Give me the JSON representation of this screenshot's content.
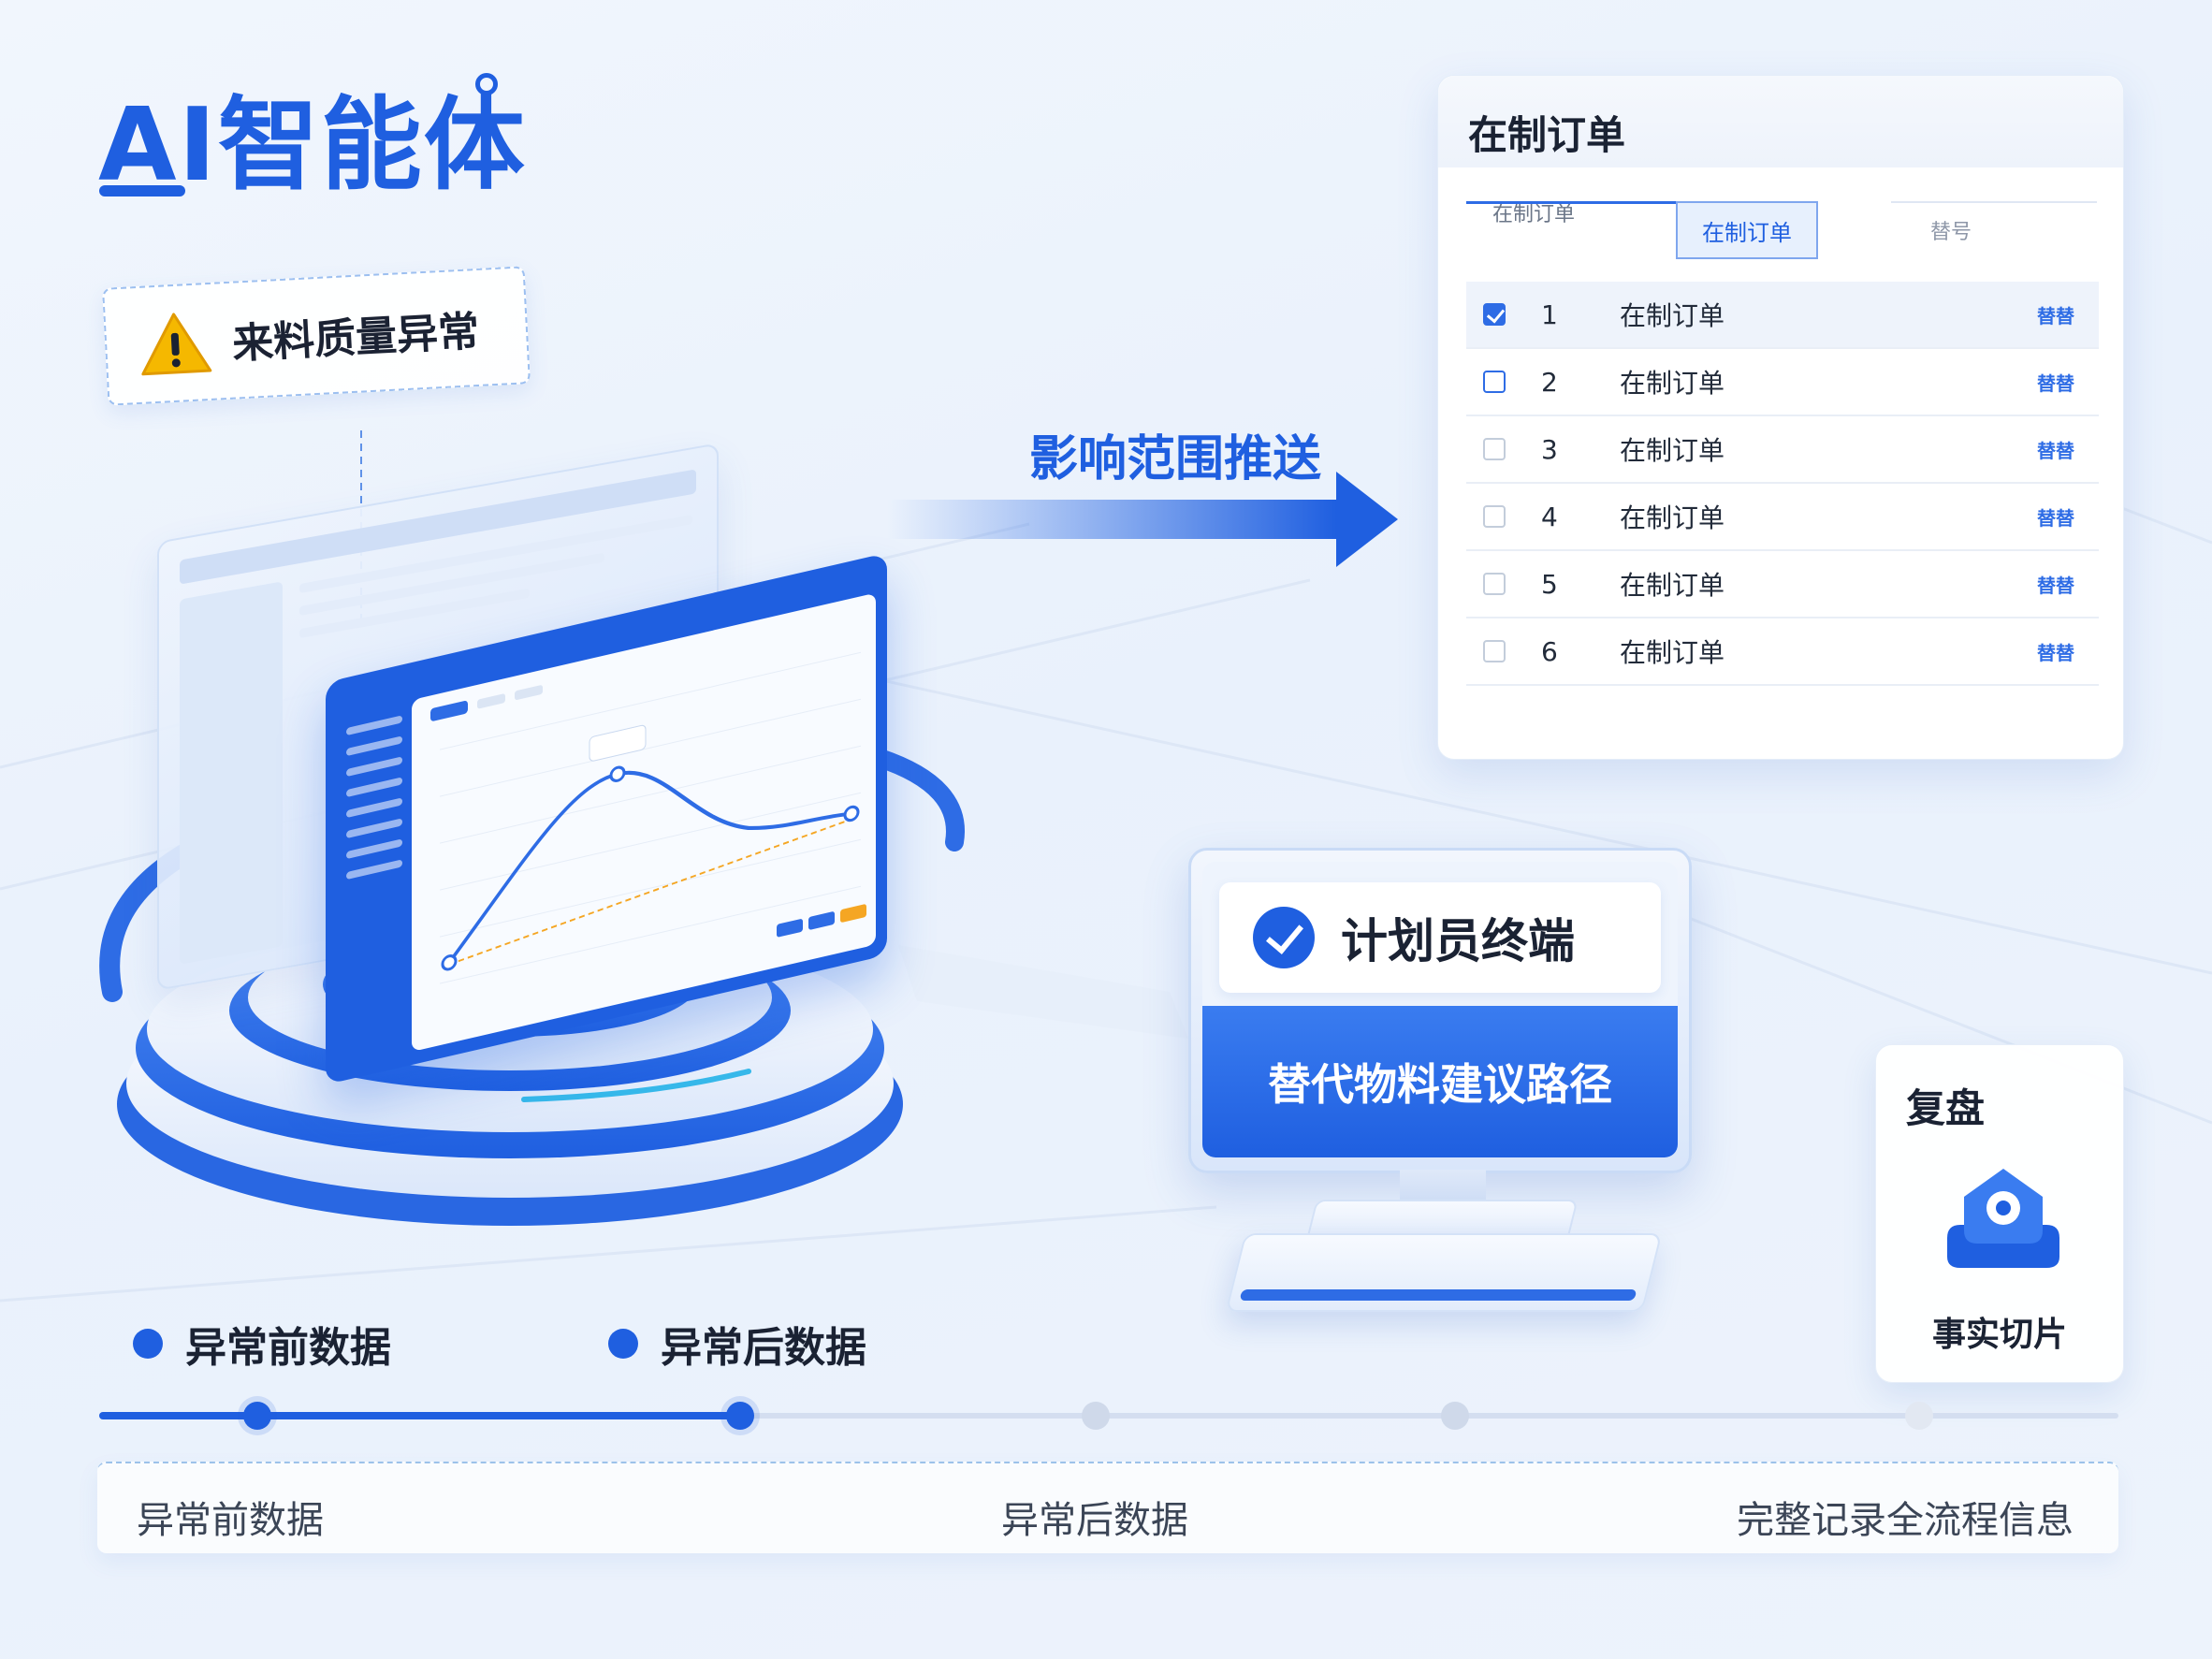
{
  "brand": {
    "title": "AI智能体"
  },
  "alert": {
    "text": "来料质量异常",
    "icon": "warning-triangle-icon"
  },
  "push": {
    "label": "影响范围推送"
  },
  "orders": {
    "title": "在制订单",
    "tab_left_label": "在制订单",
    "tab_active": "在制订单",
    "tab_no": "替号",
    "rows": [
      {
        "num": "1",
        "name": "在制订单",
        "action": "替替",
        "checked": true
      },
      {
        "num": "2",
        "name": "在制订单",
        "action": "替替",
        "checked": false
      },
      {
        "num": "3",
        "name": "在制订单",
        "action": "替替",
        "checked": false
      },
      {
        "num": "4",
        "name": "在制订单",
        "action": "替替",
        "checked": false
      },
      {
        "num": "5",
        "name": "在制订单",
        "action": "替替",
        "checked": false
      },
      {
        "num": "6",
        "name": "在制订单",
        "action": "替替",
        "checked": false
      }
    ]
  },
  "terminal": {
    "title": "计划员终端",
    "subtitle": "替代物料建议路径"
  },
  "review": {
    "title": "复盘",
    "label": "事实切片",
    "icon": "location-pin-icon"
  },
  "legend": {
    "before": "异常前数据",
    "after": "异常后数据"
  },
  "bottom": {
    "left": "异常前数据",
    "middle": "异常后数据",
    "right": "完整记录全流程信息"
  },
  "colors": {
    "accent": "#1f5fe0",
    "warning": "#f5b800"
  }
}
